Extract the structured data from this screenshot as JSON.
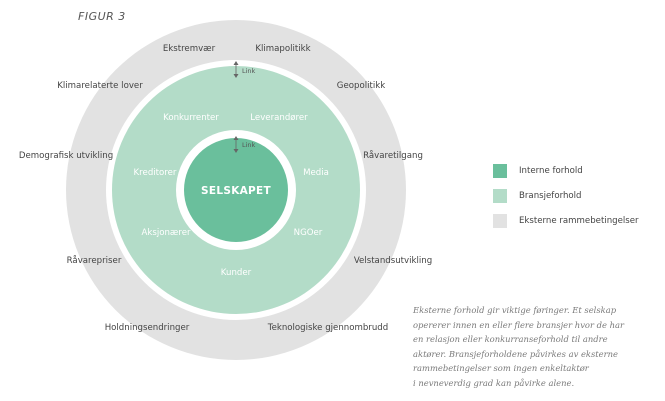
{
  "figure_title": "FIGUR 3",
  "colors": {
    "internal": "#6abf9c",
    "industry": "#b3dcc8",
    "external": "#e2e2e2",
    "gap": "#ffffff"
  },
  "core": {
    "label": "SELSKAPET"
  },
  "links": [
    {
      "label": "Link"
    },
    {
      "label": "Link"
    }
  ],
  "industry_factors": [
    "Konkurrenter",
    "Leverandører",
    "Media",
    "NGOer",
    "Kunder",
    "Aksjonærer",
    "Kreditorer"
  ],
  "external_factors": [
    "Ekstremvær",
    "Klimapolitikk",
    "Geopolitikk",
    "Råvaretilgang",
    "Velstandsutvikling",
    "Teknologiske gjennombrudd",
    "Holdningsendringer",
    "Råvarepriser",
    "Demografisk utvikling",
    "Klimarelaterte lover"
  ],
  "legend": [
    {
      "label": "Interne forhold",
      "color": "#6abf9c"
    },
    {
      "label": "Bransjeforhold",
      "color": "#b3dcc8"
    },
    {
      "label": "Eksterne rammebetingelser",
      "color": "#e2e2e2"
    }
  ],
  "caption_lines": [
    "Eksterne forhold gir viktige føringer. Et selskap",
    "opererer innen en eller flere bransjer hvor de har",
    "en relasjon eller konkurranseforhold til andre",
    "aktører. Bransjeforholdene påvirkes av eksterne",
    "rammebetingelser som ingen enkeltaktør",
    "i nevneverdig grad kan påvirke alene."
  ]
}
